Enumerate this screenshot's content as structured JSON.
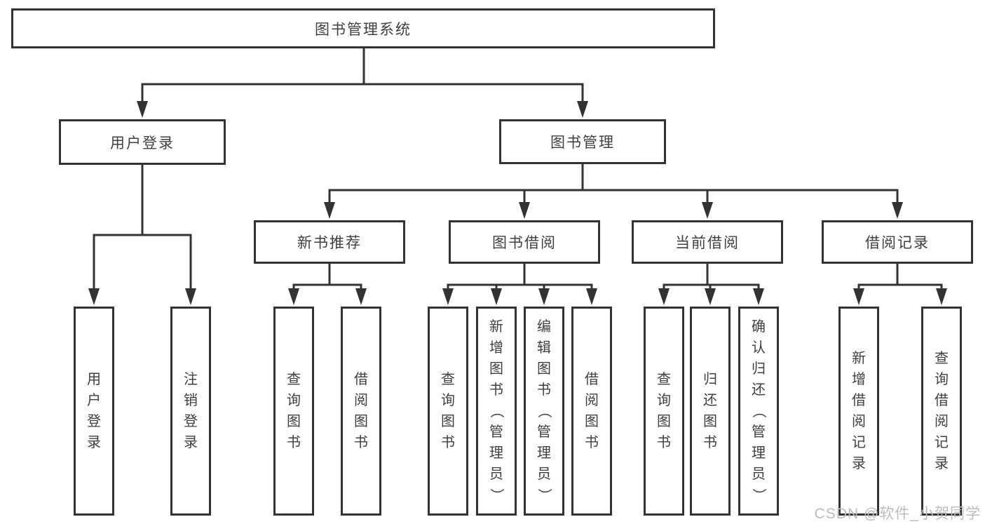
{
  "diagram": {
    "root": {
      "label": "图书管理系统"
    },
    "level2": [
      {
        "label": "用户登录"
      },
      {
        "label": "图书管理"
      }
    ],
    "level3": [
      {
        "label": "新书推荐"
      },
      {
        "label": "图书借阅"
      },
      {
        "label": "当前借阅"
      },
      {
        "label": "借阅记录"
      }
    ],
    "leaves": {
      "user": [
        "用户登录",
        "注销登录"
      ],
      "newbook": [
        "查询图书",
        "借阅图书"
      ],
      "borrow": [
        "查询图书",
        "新增图书（管理员）",
        "编辑图书（管理员）",
        "借阅图书"
      ],
      "current": [
        "查询图书",
        "归还图书",
        "确认归还（管理员）"
      ],
      "record": [
        "新增借阅记录",
        "查询借阅记录"
      ]
    },
    "watermark": "CSDN @软件_小贺同学",
    "colors": {
      "line": "#333333",
      "border": "#333333",
      "text": "#3f3f3f",
      "background": "#ffffff",
      "watermark": "#bcbcbc"
    }
  }
}
